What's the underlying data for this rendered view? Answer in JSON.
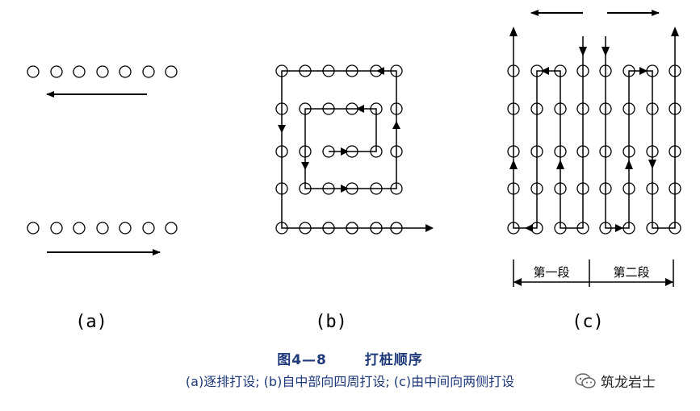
{
  "figure": {
    "number": "图4—8",
    "name": "打桩顺序",
    "caption": "(a)逐排打设; (b)自中部向四周打设; (c)由中间向两侧打设"
  },
  "panels": {
    "a": {
      "label": "(a)"
    },
    "b": {
      "label": "(b)"
    },
    "c": {
      "label": "(c)",
      "segment1": "第一段",
      "segment2": "第二段"
    }
  },
  "watermark": {
    "icon": "wechat-icon",
    "text": "筑龙岩士"
  }
}
